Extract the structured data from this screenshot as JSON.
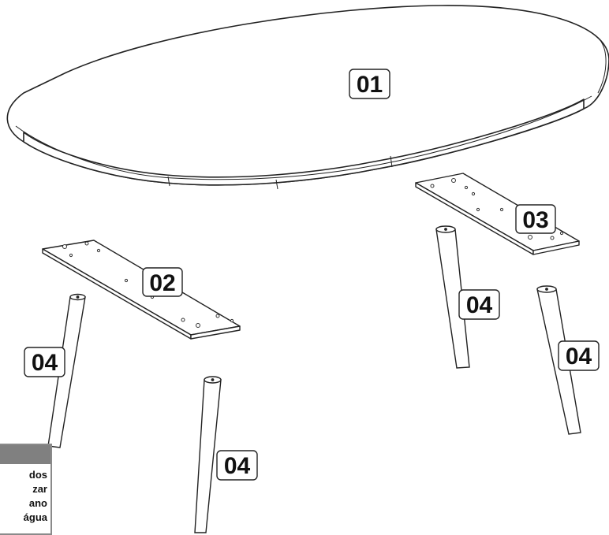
{
  "parts": {
    "tabletop": "01",
    "support_left": "02",
    "support_right": "03",
    "leg_left": "04",
    "leg_center": "04",
    "leg_right_inner": "04",
    "leg_right_outer": "04"
  },
  "note": {
    "lines": [
      "dos",
      "zar",
      "ano",
      "água"
    ]
  }
}
